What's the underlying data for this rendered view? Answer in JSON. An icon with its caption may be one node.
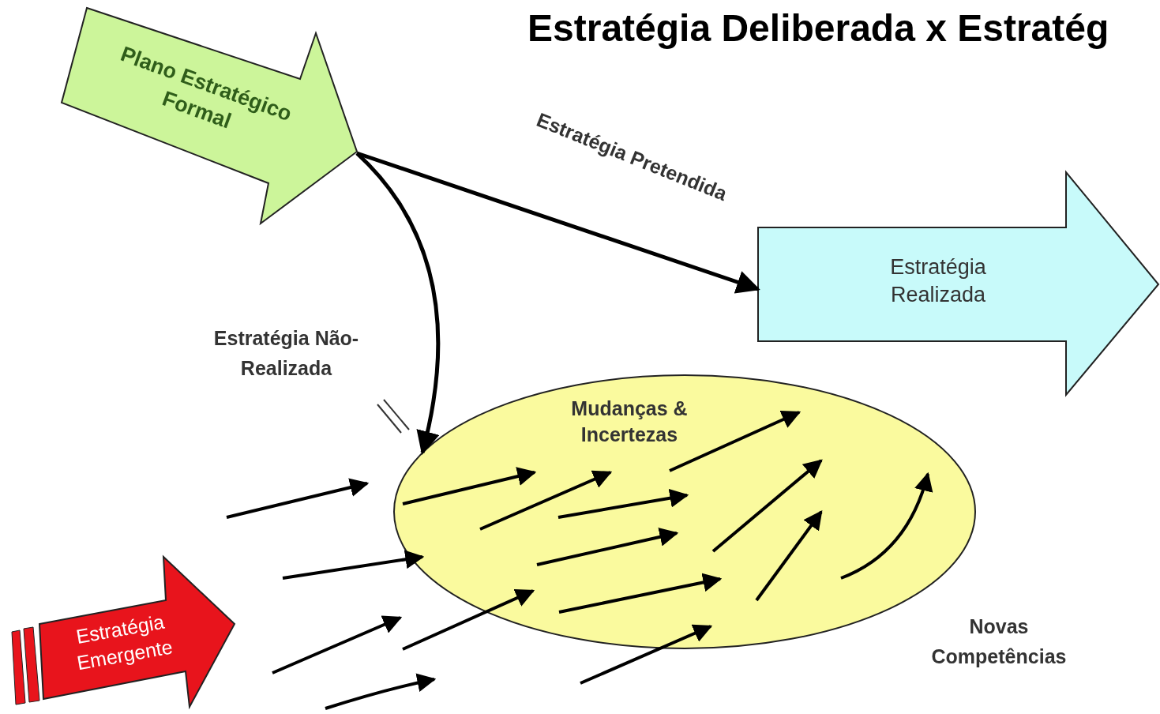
{
  "diagram": {
    "title": "Estratégia Deliberada x Estratég",
    "nodes": [
      {
        "text": [
          "Plano Estratégico Formal"
        ]
      },
      {
        "text": [
          "Estratégia Realizada"
        ]
      },
      {
        "text": [
          "Mudanças & Incertezas"
        ]
      },
      {
        "text": [
          "Estratégia Emergente"
        ]
      }
    ],
    "edges": [
      {
        "from": 0,
        "to": 1,
        "arrow": "to",
        "label": "Estratégia Pretendida"
      },
      {
        "from": 0,
        "to": 2,
        "arrow": "to",
        "label": "Estratégia Não-Realizada"
      }
    ],
    "labels": [
      "Novas Competências"
    ]
  }
}
